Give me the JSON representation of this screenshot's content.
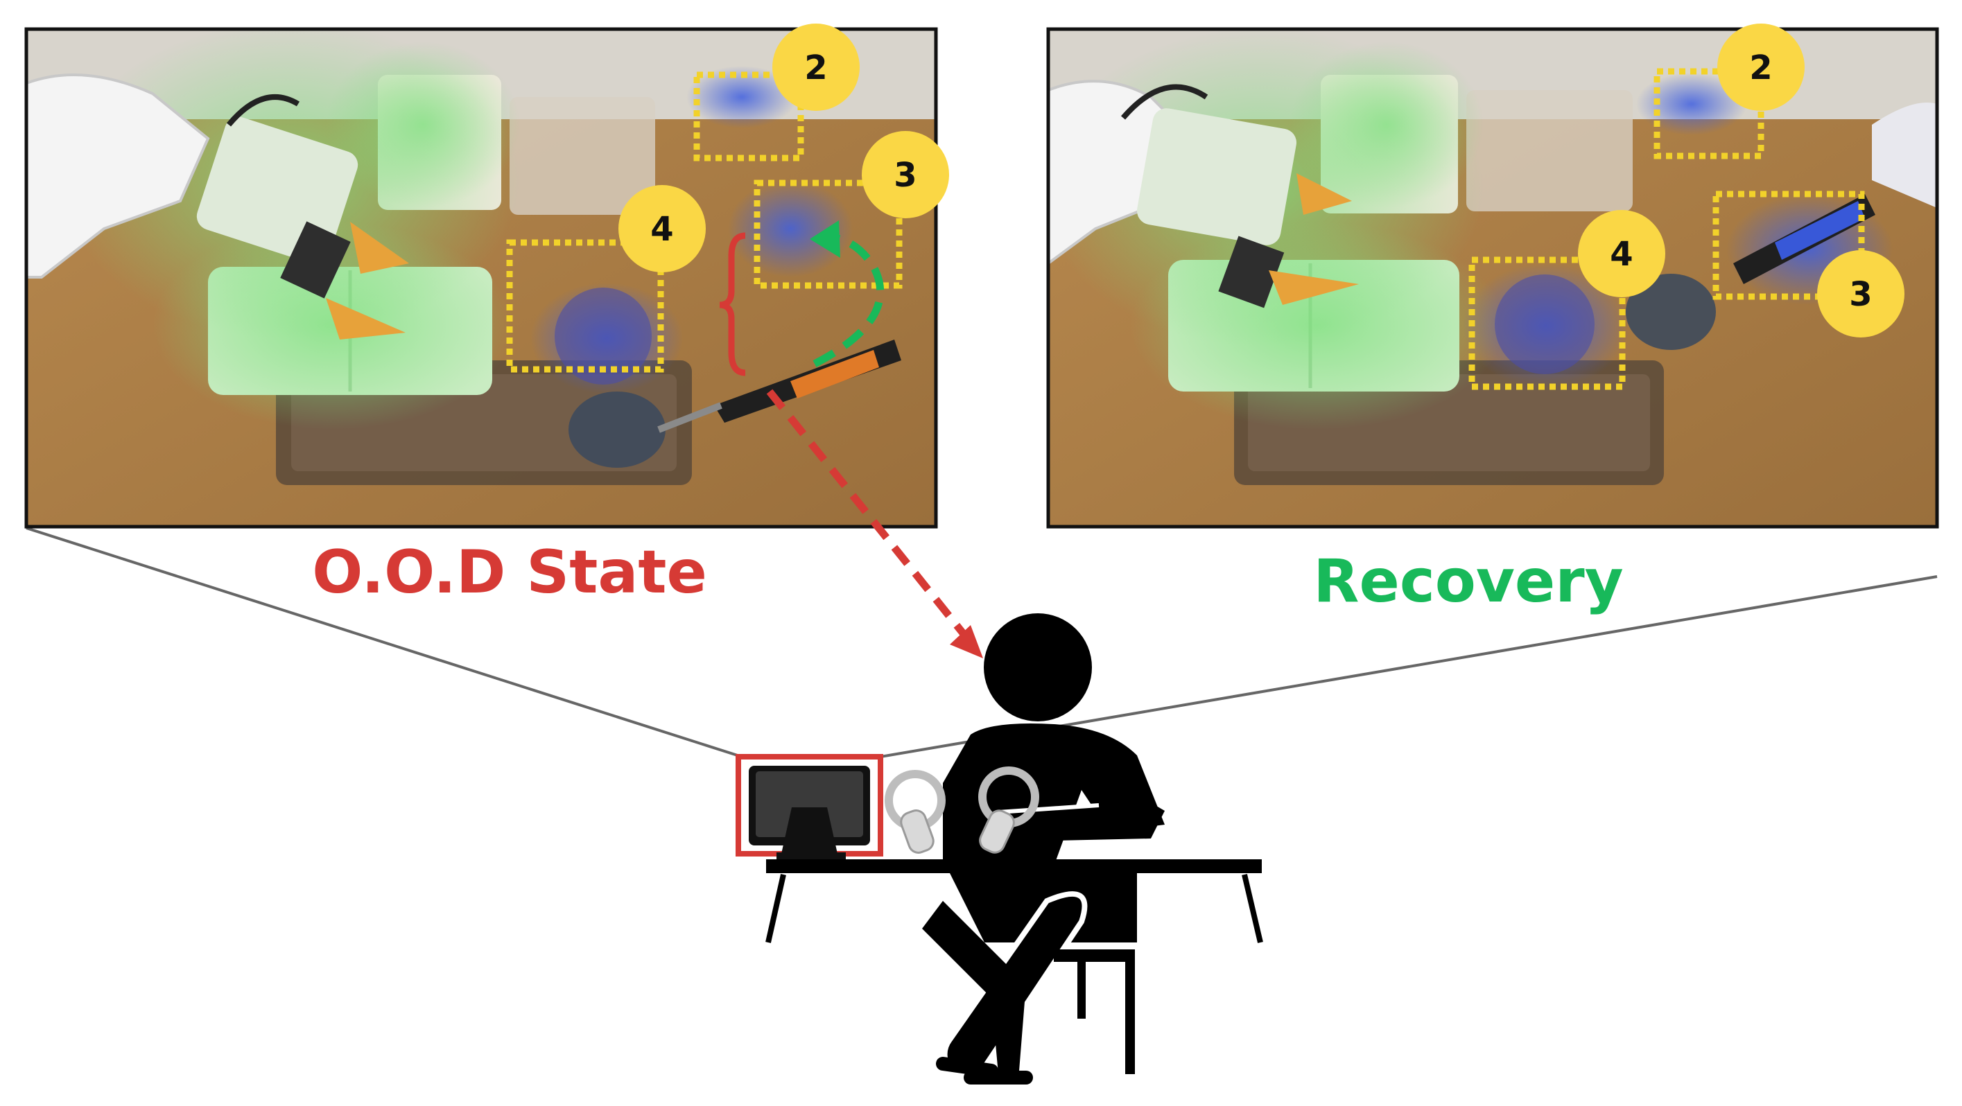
{
  "panels": {
    "left": {
      "caption": "O.O.D State",
      "caption_color": "#d63a35",
      "badges": [
        "2",
        "3",
        "4"
      ]
    },
    "right": {
      "caption": "Recovery",
      "caption_color": "#18b95a",
      "badges": [
        "2",
        "4",
        "3"
      ]
    }
  },
  "colors": {
    "badge_fill": "#fad745",
    "highlight_box": "#f2d22a",
    "ood_arrow": "#d63a35",
    "recovery_arrow": "#18b95a",
    "monitor_frame": "#d63a35",
    "attention_green": "#7fe07f",
    "attention_blue": "#4a6fe0"
  },
  "icons": [
    "robot-arm-icon",
    "person-at-desk-icon",
    "monitor-icon",
    "vr-controller-icon",
    "table-icon",
    "chair-icon"
  ]
}
